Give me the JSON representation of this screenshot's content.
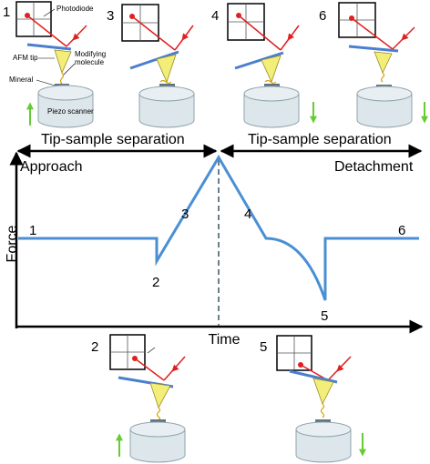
{
  "setup_labels": {
    "photodiode": "Photodiode",
    "afm_tip": "AFM tip",
    "modifying_molecule": "Modifying\nmolecule",
    "mineral": "Mineral",
    "piezo_scanner": "Piezo scanner"
  },
  "panels": [
    {
      "id": "1",
      "number": "1"
    },
    {
      "id": "3",
      "number": "3"
    },
    {
      "id": "4",
      "number": "4"
    },
    {
      "id": "6",
      "number": "6"
    },
    {
      "id": "2",
      "number": "2"
    },
    {
      "id": "5",
      "number": "5"
    }
  ],
  "separation_labels": {
    "left": "Tip-sample separation",
    "right": "Tip-sample separation"
  },
  "graph": {
    "approach_label": "Approach",
    "detachment_label": "Detachment",
    "y_axis_label": "Force",
    "x_axis_label": "Time",
    "point_labels": [
      "1",
      "2",
      "3",
      "4",
      "5",
      "6"
    ]
  },
  "colors": {
    "curve": "#4a8fd4",
    "laser": "#e02020",
    "cantilever": "#4a7fd0",
    "tip_fill": "#f3ee7a",
    "tip_stroke": "#9a8c20",
    "cylinder_fill": "#dde6ea",
    "cylinder_stroke": "#8ea4ae",
    "mineral": "#5f7480",
    "arrow_green": "#66cc33",
    "dashed_line": "#6a7f8a"
  }
}
